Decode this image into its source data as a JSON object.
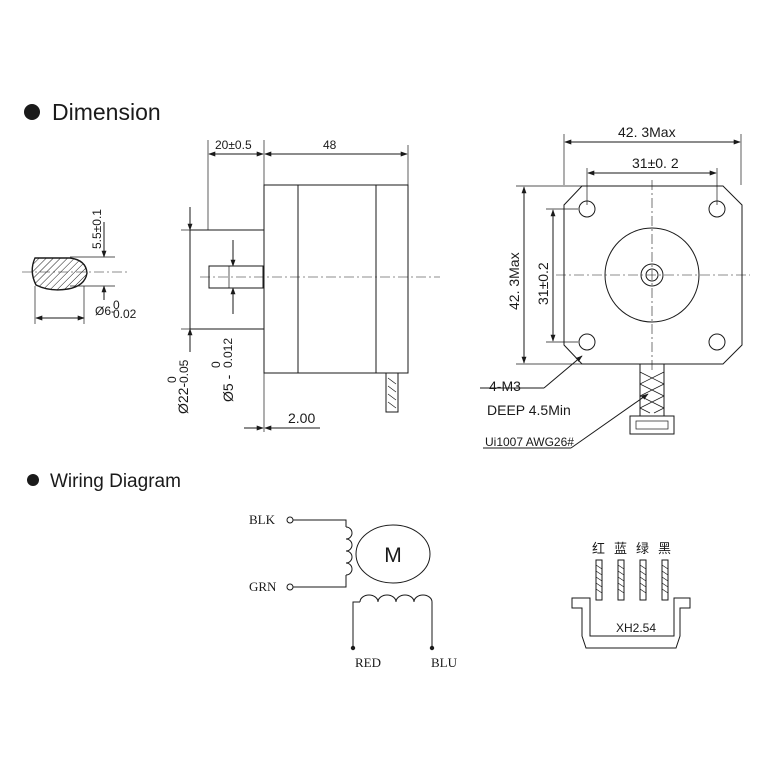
{
  "headings": {
    "dimension": "Dimension",
    "wiring": "Wiring Diagram"
  },
  "shaft_section": {
    "flat_height": "5.5±0.1",
    "diameter_prefix": "Ø6-",
    "diameter_upper": "0",
    "diameter_lower": "0.02"
  },
  "side_view": {
    "shaft_length": "20±0.5",
    "body_length": "48",
    "boss_prefix": "Ø22-",
    "boss_upper": "0",
    "boss_lower": "0.05",
    "shaft_prefix": "Ø5 -",
    "shaft_upper": "0",
    "shaft_lower": "0.012",
    "boss_depth": "2.00"
  },
  "front_view": {
    "width_max": "42. 3Max",
    "hole_spacing_x": "31±0. 2",
    "height_max": "42. 3Max",
    "hole_spacing_y": "31±0.2",
    "screw": "4-M3",
    "depth": "DEEP 4.5Min",
    "cable": "Ui1007  AWG26#"
  },
  "wiring": {
    "blk": "BLK",
    "grn": "GRN",
    "red": "RED",
    "blu": "BLU",
    "motor": "M"
  },
  "connector": {
    "colors": [
      "红",
      "蓝",
      "绿",
      "黑"
    ],
    "model": "XH2.54"
  }
}
